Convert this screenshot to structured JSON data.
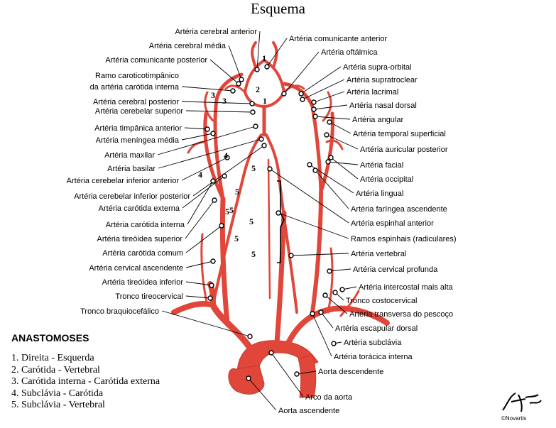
{
  "title": "Esquema",
  "legend": {
    "title": "ANASTOMOSES",
    "items": [
      "1. Direita - Esquerda",
      "2. Carótida - Vertebral",
      "3. Carótida interna - Carótida externa",
      "4. Subclávia - Carótida",
      "5. Subclávia - Vertebral"
    ]
  },
  "left_labels": [
    "Artéria cerebral anterior",
    "Artéria cerebral média",
    "Artéria comunicante posterior",
    "Ramo caroticotimpânico",
    "da artéria carótida interna",
    "Artéria cerebral posterior",
    "Artéria cerebelar superior",
    "Artéria timpânica anterior",
    "Artéria meníngea média",
    "Artéria maxilar",
    "Artéria basilar",
    "Artéria cerebelar inferior anterior",
    "Artéria cerebelar inferior posterior",
    "Artéria carótida externa",
    "Artéria carótida interna",
    "Artéria tireóidea superior",
    "Artéria carótida comum",
    "Artéria cervical ascendente",
    "Artéria tireóidea inferior",
    "Tronco tireocervical",
    "Tronco braquiocefálico"
  ],
  "right_labels": [
    "Artéria comunicante anterior",
    "Artéria oftálmica",
    "Artéria supra-orbital",
    "Artéria supratroclear",
    "Artéria lacrimal",
    "Artéria nasal dorsal",
    "Artéria angular",
    "Artéria temporal superficial",
    "Artéria auricular posterior",
    "Artéria facial",
    "Artéria occipital",
    "Artéria lingual",
    "Artéria faríngea ascendente",
    "Artéria espinhal anterior",
    "Ramos espinhais (radiculares)",
    "Artéria vertebral",
    "Artéria cervical profunda",
    "Artéria intercostal mais alta",
    "Tronco costocervical",
    "Artéria transversa do pescoço",
    "Artéria escapular dorsal",
    "Artéria subclávia",
    "Artéria torácica interna",
    "Aorta descendente",
    "Arco da aorta",
    "Aorta ascendente"
  ],
  "anastomosis_numbers": [
    "1",
    "2",
    "3",
    "3",
    "1",
    "4",
    "5",
    "5",
    "5",
    "5",
    "5",
    "5",
    "4",
    "5"
  ],
  "credit": "©Novartis",
  "colors": {
    "artery": "#e0463a",
    "artery_dark": "#c63b30"
  }
}
